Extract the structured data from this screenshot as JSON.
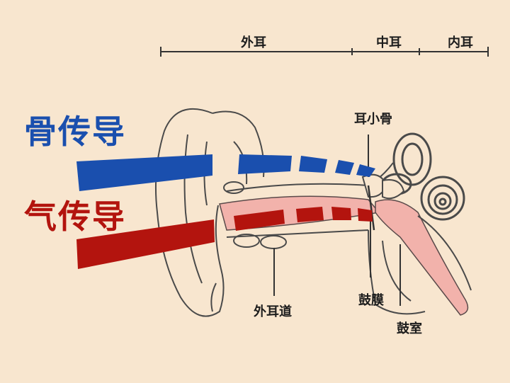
{
  "scale": {
    "outer_ear": "外耳",
    "middle_ear": "中耳",
    "inner_ear": "内耳"
  },
  "paths": {
    "bone_conduction": {
      "label": "骨传导",
      "color": "#1a4fae"
    },
    "air_conduction": {
      "label": "气传导",
      "color": "#b3140e"
    }
  },
  "parts": {
    "ossicles": "耳小骨",
    "ear_canal": "外耳道",
    "eardrum": "鼓膜",
    "tympanic_cavity": "鼓室"
  },
  "colors": {
    "background": "#f8e6cf",
    "canal_pink": "#f2b2ab",
    "outline": "#4a4a4a"
  }
}
